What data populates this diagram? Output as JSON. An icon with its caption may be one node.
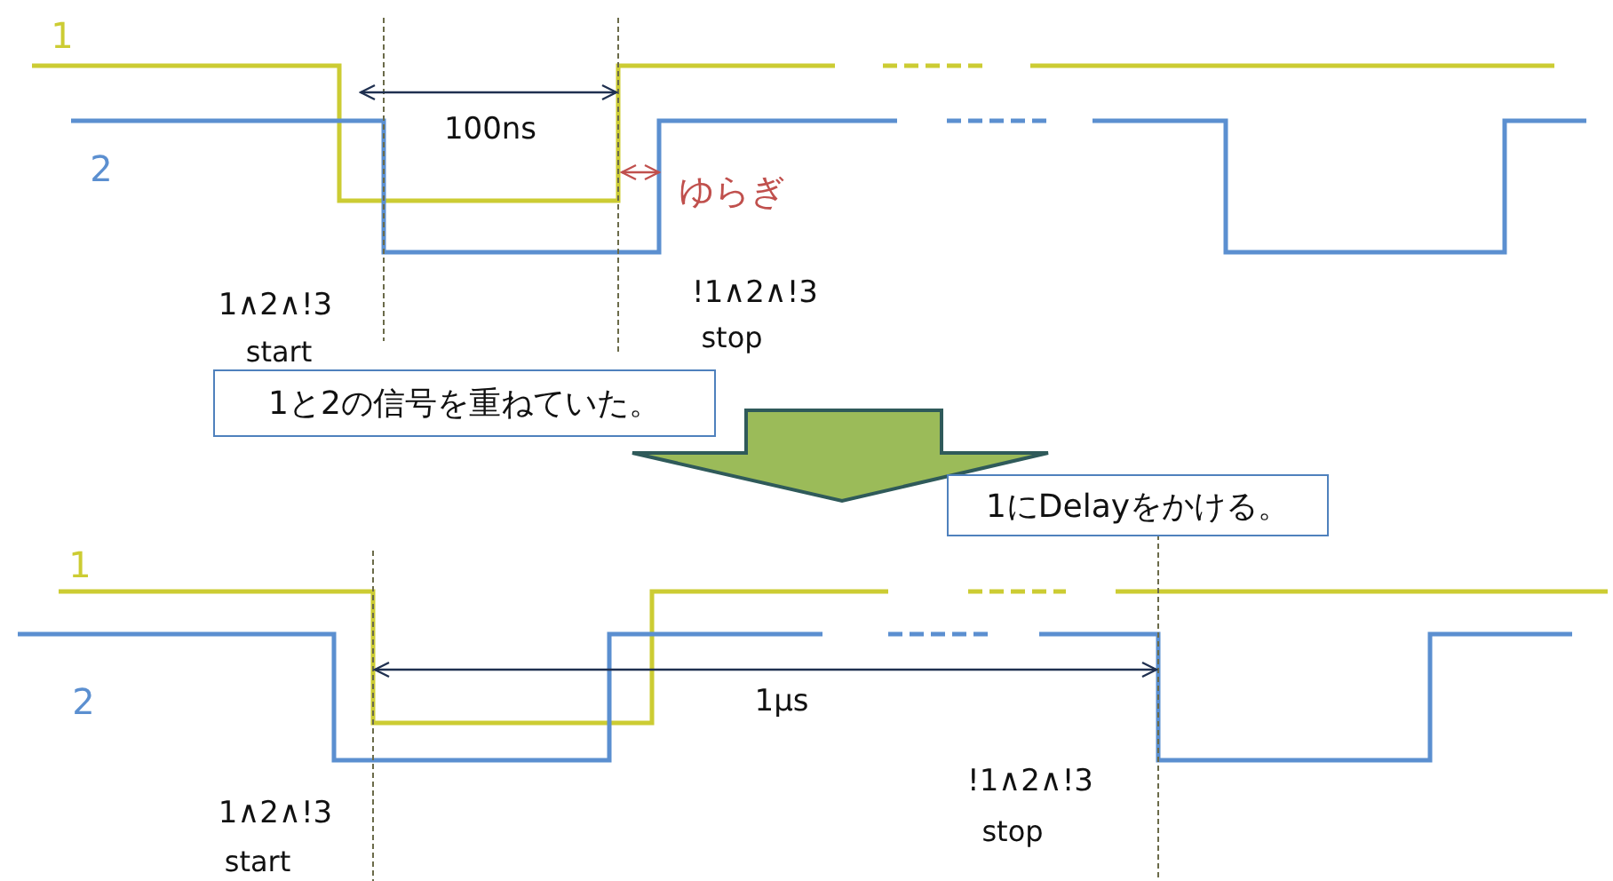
{
  "diagram": {
    "nodes": [
      {
        "text": [
          "1と2の信号を重ねていた。"
        ]
      },
      {
        "text": [
          "1にDelayをかける。"
        ]
      }
    ],
    "edges": [
      {
        "from": 0,
        "to": 1,
        "arrow": "to"
      }
    ],
    "labels": [
      "1",
      "2",
      "100ns",
      "ゆらぎ",
      "1∧2∧!3",
      "start",
      "!1∧2∧!3",
      "stop",
      "1",
      "2",
      "1µs",
      "1∧2∧!3",
      "start",
      "!1∧2∧!3",
      "stop"
    ]
  }
}
